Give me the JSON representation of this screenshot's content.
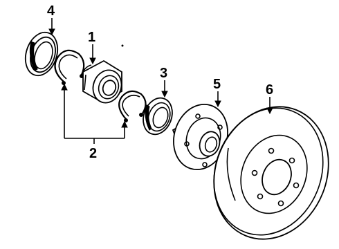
{
  "diagram": {
    "callouts": [
      {
        "id": "1",
        "text": "1"
      },
      {
        "id": "2",
        "text": "2"
      },
      {
        "id": "3",
        "text": "3"
      },
      {
        "id": "4",
        "text": "4"
      },
      {
        "id": "5",
        "text": "5"
      },
      {
        "id": "6",
        "text": "6"
      }
    ],
    "parts": [
      {
        "name": "oil-seal",
        "callout": "4"
      },
      {
        "name": "snap-ring-outer",
        "callout": "2"
      },
      {
        "name": "wheel-bearing",
        "callout": "1"
      },
      {
        "name": "snap-ring-inner",
        "callout": "2"
      },
      {
        "name": "seal-inner",
        "callout": "3"
      },
      {
        "name": "wheel-hub",
        "callout": "5"
      },
      {
        "name": "brake-rotor",
        "callout": "6"
      }
    ]
  }
}
